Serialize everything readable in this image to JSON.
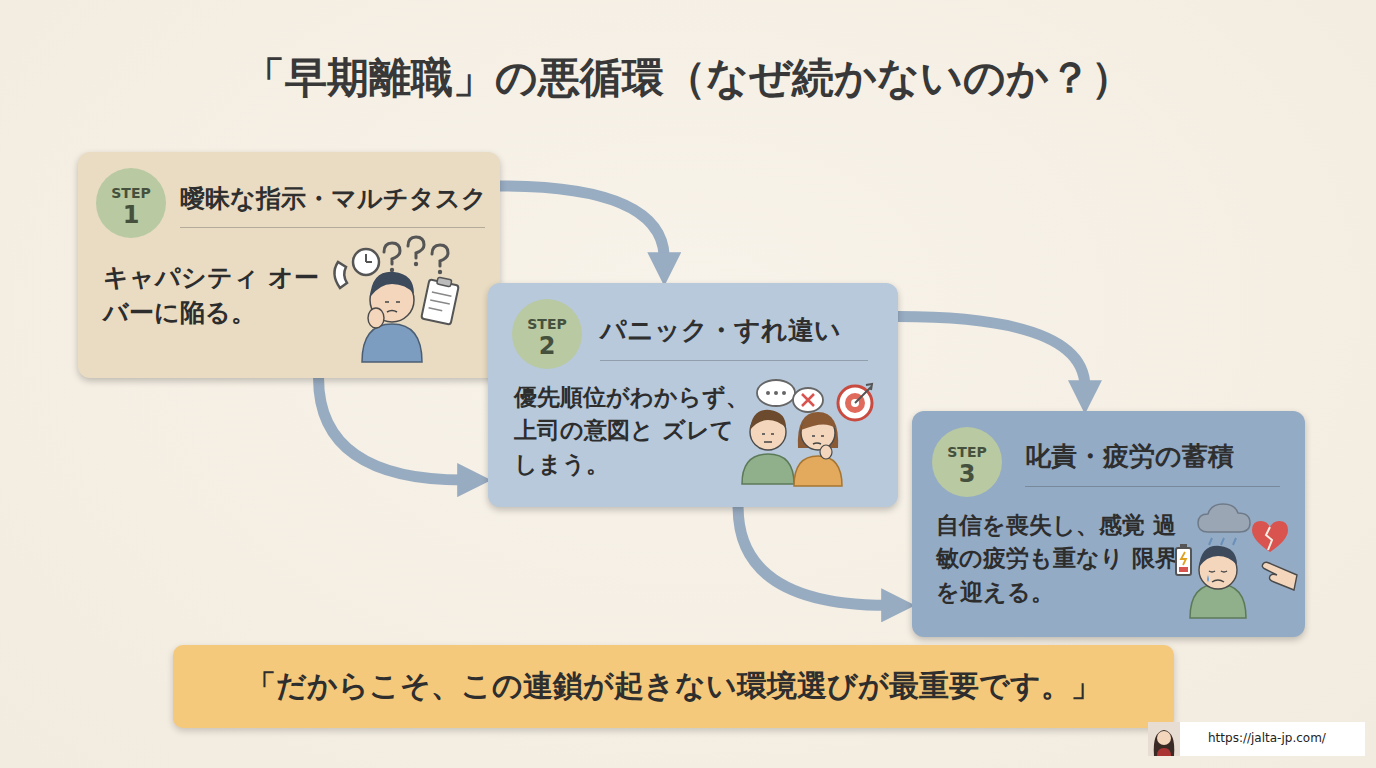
{
  "diagram": {
    "title": "「早期離職」の悪循環（なぜ続かないのか？）",
    "nodes": [
      {
        "text": [
          "曖昧な指示・マルチタスク",
          "キャパシティ オーバーに陥る。"
        ]
      },
      {
        "text": [
          "STEP 1"
        ],
        "in": 0
      },
      {
        "text": [
          "パニック・すれ違い",
          "優先順位がわからず、 上司の意図と ズレてしまう。"
        ]
      },
      {
        "text": [
          "STEP 2"
        ],
        "in": 2
      },
      {
        "text": [
          "叱責・疲労の蓄積",
          "自信を喪失し、感覚 過敏の疲労も重なり 限界を迎える。"
        ]
      },
      {
        "text": [
          "STEP 3"
        ],
        "in": 4
      },
      {
        "text": [
          "「だからこそ、この連鎖が起きない環境選びが最重要です。」"
        ]
      }
    ],
    "edges": [
      {
        "from": 0,
        "to": 2,
        "arrow": "to"
      },
      {
        "from": 0,
        "to": 2,
        "arrow": "to"
      },
      {
        "from": 2,
        "to": 4,
        "arrow": "to"
      },
      {
        "from": 2,
        "to": 4,
        "arrow": "to"
      }
    ],
    "labels": [
      "https://jalta-jp.com/"
    ]
  }
}
